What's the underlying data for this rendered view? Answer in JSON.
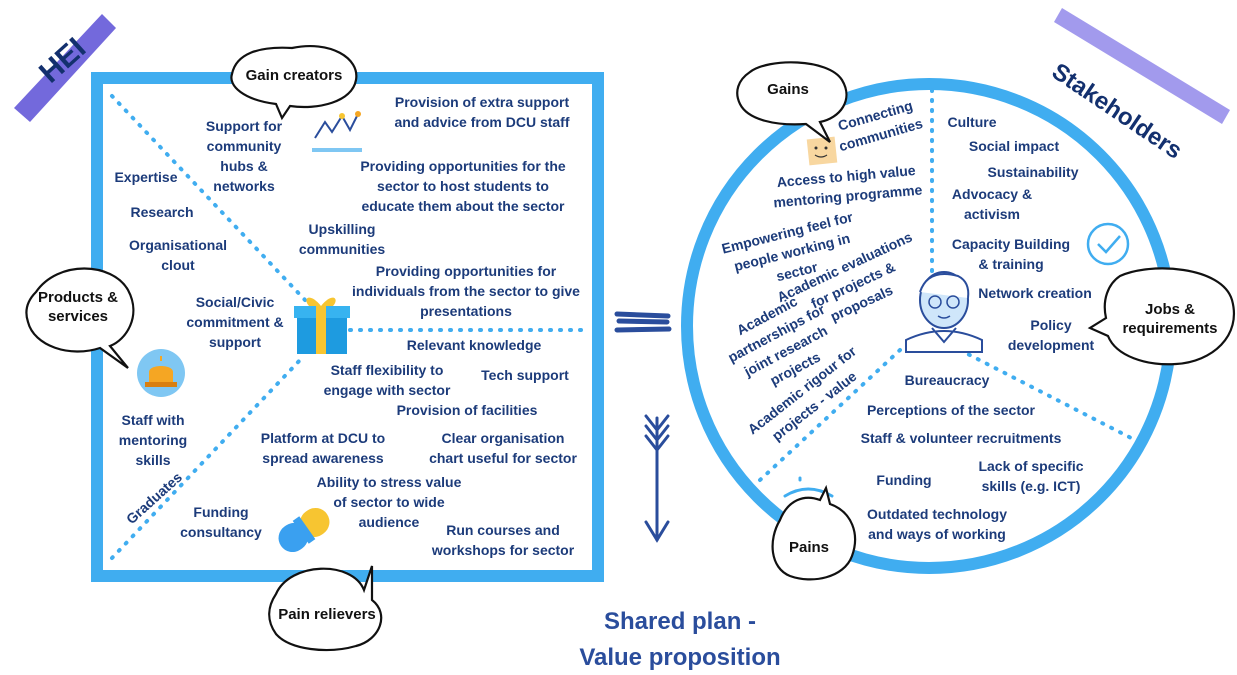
{
  "colors": {
    "frame": "#40adf0",
    "text": "#1c3b7a",
    "title": "#2a4d9c",
    "brush": "#5b4fd6"
  },
  "hei": {
    "label": "HEI",
    "bubbles": {
      "gain_creators": "Gain creators",
      "products_services": "Products &\nservices",
      "pain_relievers": "Pain relievers"
    },
    "items": [
      "Provision of extra support\nand advice from DCU staff",
      "Support for\ncommunity\nhubs &\nnetworks",
      "Expertise",
      "Providing opportunities for the\nsector to host students to\neducate them about the sector",
      "Research",
      "Organisational\nclout",
      "Upskilling\ncommunities",
      "Providing opportunities for\nindividuals from the sector to give\npresentations",
      "Social/Civic\ncommitment &\nsupport",
      "Relevant knowledge",
      "Staff flexibility to\nengage with sector",
      "Tech support",
      "Provision of facilities",
      "Staff with\nmentoring\nskills",
      "Platform at DCU to\nspread awareness",
      "Clear organisation\nchart useful for sector",
      "Graduates",
      "Ability to stress value\nof sector to wide\naudience",
      "Funding\nconsultancy",
      "Run courses and\nworkshops for sector"
    ]
  },
  "stakeholders": {
    "label": "Stakeholders",
    "bubbles": {
      "gains": "Gains",
      "jobs": "Jobs &\nrequirements",
      "pains": "Pains"
    },
    "gains_items": [
      "Connecting\ncommunities",
      "Access to high value\nmentoring programme",
      "Empowering feel for\npeople working in\nsector",
      "Academic evaluations\nfor projects &\nproposals",
      "Academic\npartnerships for\njoint research\nprojects",
      "Academic rigour for\nprojects - value"
    ],
    "jobs_items": [
      "Culture",
      "Social impact",
      "Sustainability",
      "Advocacy &\nactivism",
      "Capacity Building\n& training",
      "Network creation",
      "Policy\ndevelopment"
    ],
    "pains_items": [
      "Bureaucracy",
      "Perceptions of the sector",
      "Staff & volunteer recruitments",
      "Funding",
      "Lack of specific\nskills (e.g. ICT)",
      "Outdated technology\nand ways of working"
    ]
  },
  "equals": "=",
  "title": {
    "line1": "Shared plan -",
    "line2": "Value proposition"
  }
}
